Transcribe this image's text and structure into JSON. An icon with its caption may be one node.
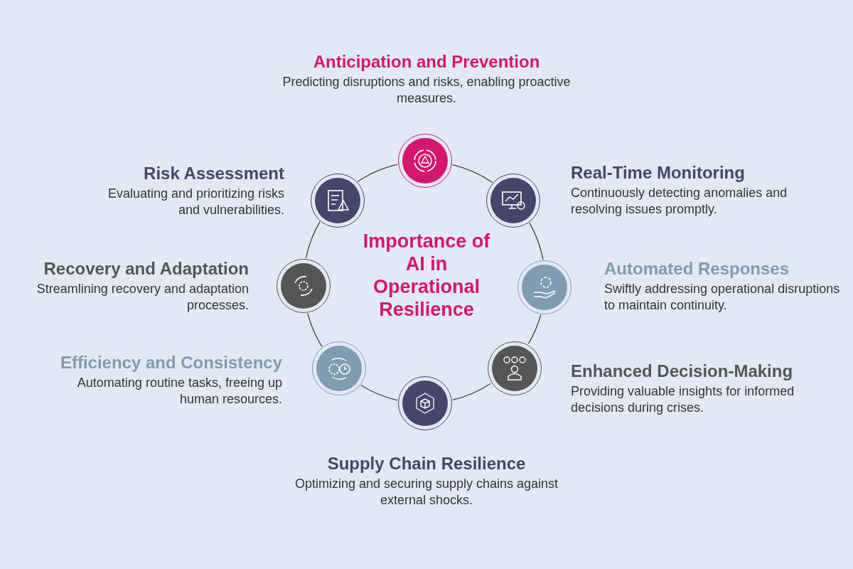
{
  "diagram": {
    "title": "Importance of AI in Operational Resilience",
    "nodes": [
      {
        "text": [
          "Anticipation and Prevention",
          "Predicting disruptions and risks, enabling proactive measures."
        ]
      },
      {
        "text": [
          "Real-Time Monitoring",
          "Continuously detecting anomalies and resolving issues promptly."
        ]
      },
      {
        "text": [
          "Automated Responses",
          "Swiftly addressing operational disruptions to maintain continuity."
        ]
      },
      {
        "text": [
          "Enhanced Decision-Making",
          "Providing valuable insights for informed decisions during crises."
        ]
      },
      {
        "text": [
          "Supply Chain Resilience",
          "Optimizing and securing supply chains against external shocks."
        ]
      },
      {
        "text": [
          "Efficiency and Consistency",
          "Automating routine tasks, freeing up human resources."
        ]
      },
      {
        "text": [
          "Recovery and Adaptation",
          "Streamlining recovery and adaptation processes."
        ]
      },
      {
        "text": [
          "Risk Assessment",
          "Evaluating and prioritizing risks and vulnerabilities."
        ]
      }
    ],
    "edges": [
      {
        "from": 0,
        "to": 1,
        "arrow": "none"
      },
      {
        "from": 1,
        "to": 2,
        "arrow": "none"
      },
      {
        "from": 2,
        "to": 3,
        "arrow": "none"
      },
      {
        "from": 3,
        "to": 4,
        "arrow": "none"
      },
      {
        "from": 4,
        "to": 5,
        "arrow": "none"
      },
      {
        "from": 5,
        "to": 6,
        "arrow": "none"
      },
      {
        "from": 6,
        "to": 7,
        "arrow": "none"
      },
      {
        "from": 7,
        "to": 0,
        "arrow": "none"
      }
    ]
  }
}
